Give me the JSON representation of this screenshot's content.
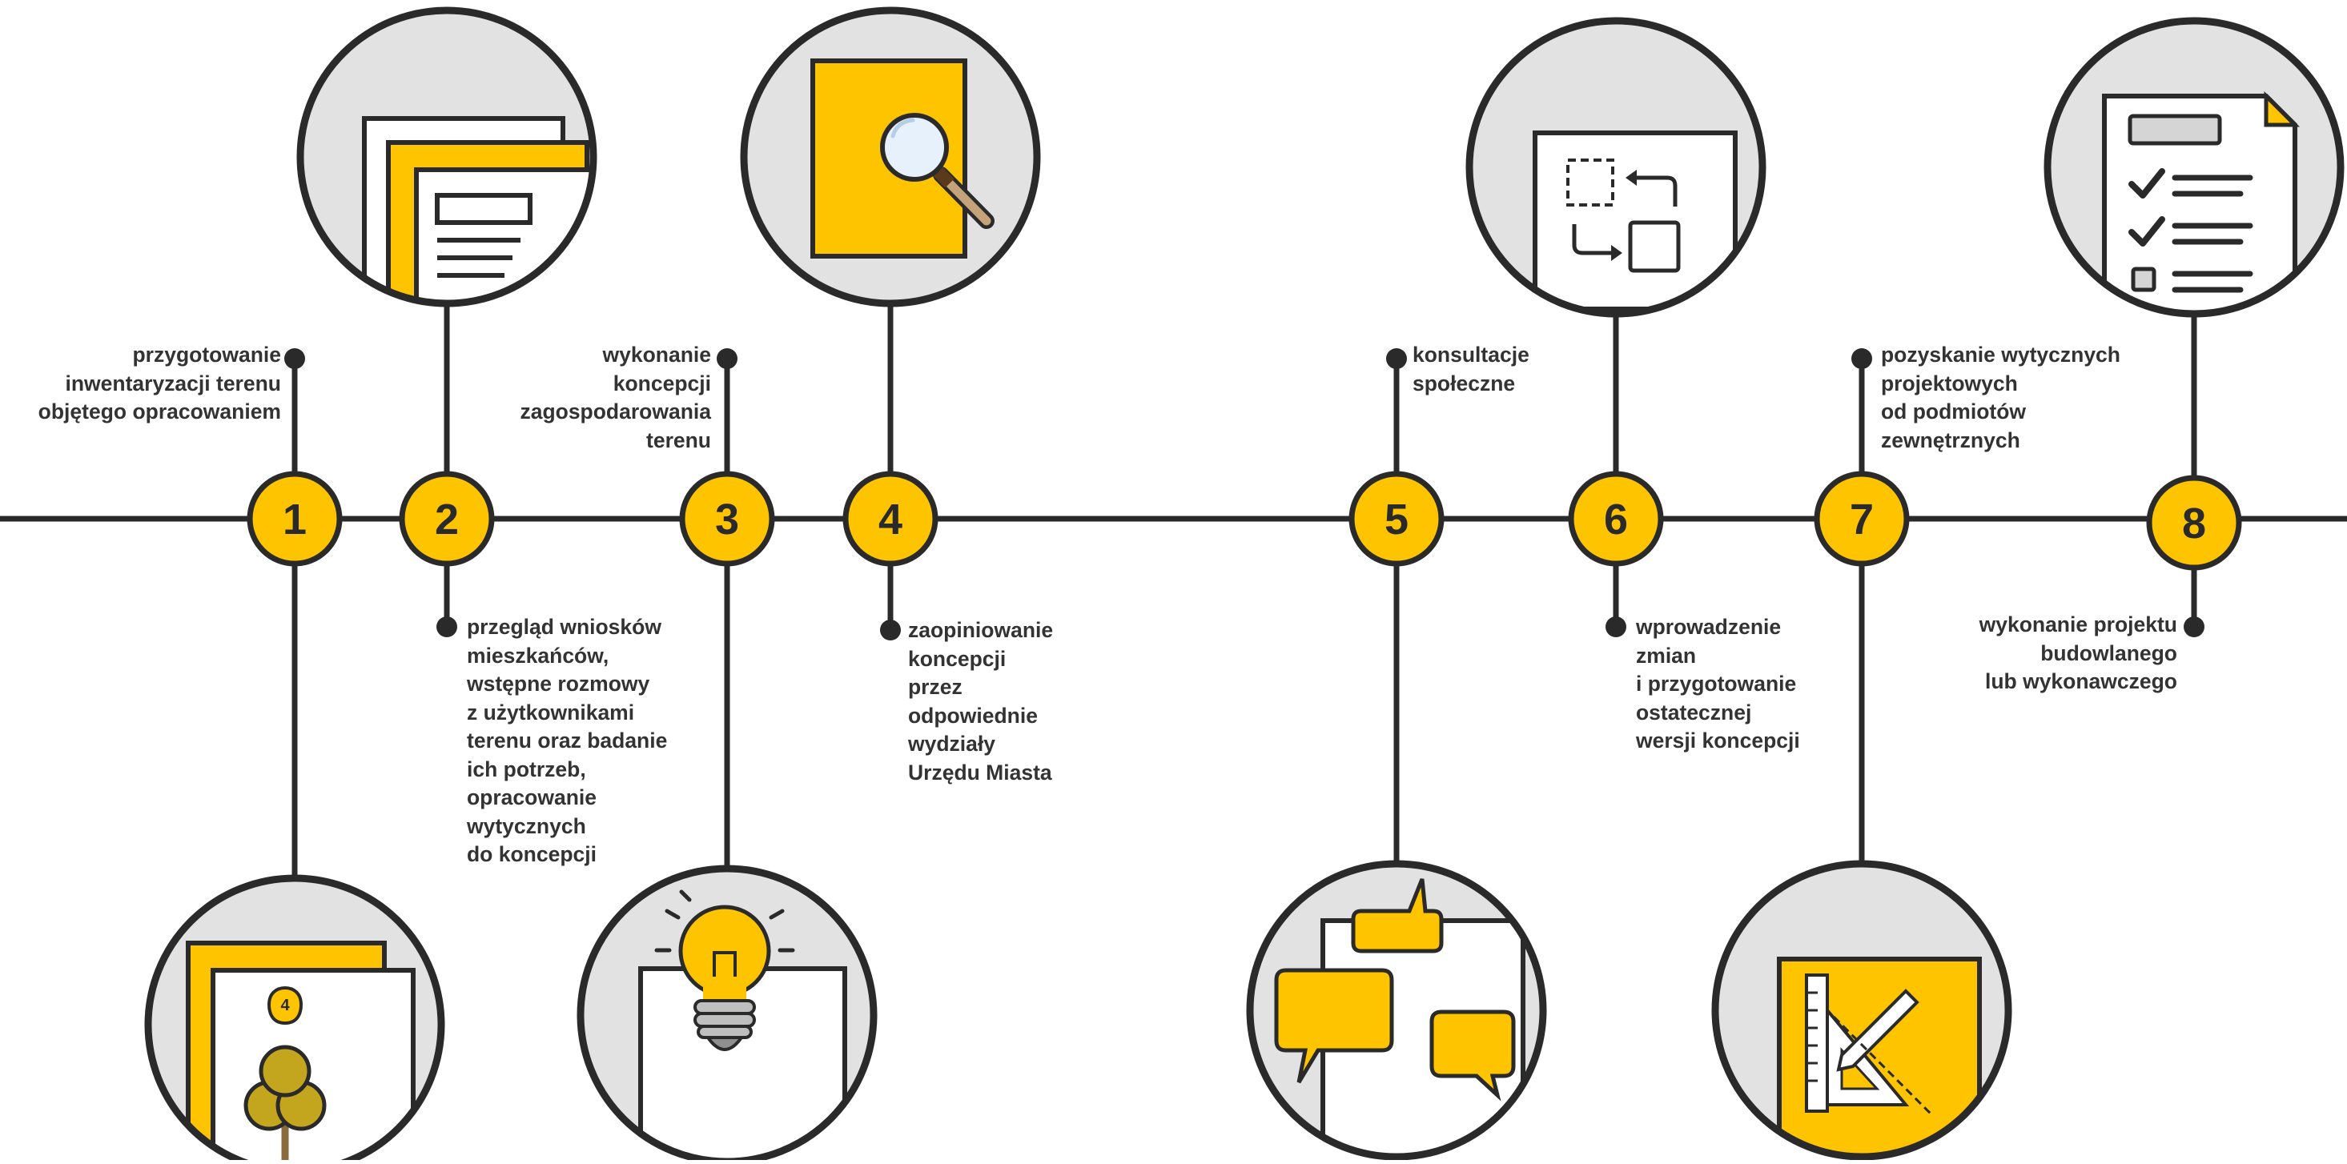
{
  "timeline": {
    "steps": [
      {
        "number": "1",
        "label_lines": [
          "przygotowanie",
          "inwentaryzacji terenu",
          "objętego opracowaniem"
        ]
      },
      {
        "number": "2",
        "label_lines": [
          "przegląd wniosków",
          "mieszkańców,",
          "wstępne rozmowy",
          "z użytkownikami",
          "terenu oraz badanie",
          "ich potrzeb,",
          "opracowanie",
          "wytycznych",
          "do koncepcji"
        ]
      },
      {
        "number": "3",
        "label_lines": [
          "wykonanie",
          "koncepcji",
          "zagospodarowania",
          "terenu"
        ]
      },
      {
        "number": "4",
        "label_lines": [
          "zaopiniowanie",
          "koncepcji",
          "przez",
          "odpowiednie",
          "wydziały",
          "Urzędu Miasta"
        ]
      },
      {
        "number": "5",
        "label_lines": [
          "konsultacje",
          "społeczne"
        ]
      },
      {
        "number": "6",
        "label_lines": [
          "wprowadzenie",
          "zmian",
          "i przygotowanie",
          "ostatecznej",
          "wersji koncepcji"
        ]
      },
      {
        "number": "7",
        "label_lines": [
          "pozyskanie wytycznych",
          "projektowych",
          "od podmiotów",
          "zewnętrznych"
        ]
      },
      {
        "number": "8",
        "label_lines": [
          "wykonanie projektu",
          "budowlanego",
          "lub wykonawczego"
        ]
      }
    ],
    "icon_badge_number": "4"
  },
  "colors": {
    "accent": "#FFC400",
    "line": "#2a2a2a",
    "icon_bg": "#e2e2e2",
    "text": "#333333",
    "tree": "#C4A51E"
  },
  "icons": [
    "map-with-tree-icon",
    "documents-stack-icon",
    "lightbulb-icon",
    "magnifier-document-icon",
    "speech-bubbles-icon",
    "rearrange-document-icon",
    "drafting-tools-icon",
    "checklist-document-icon"
  ]
}
